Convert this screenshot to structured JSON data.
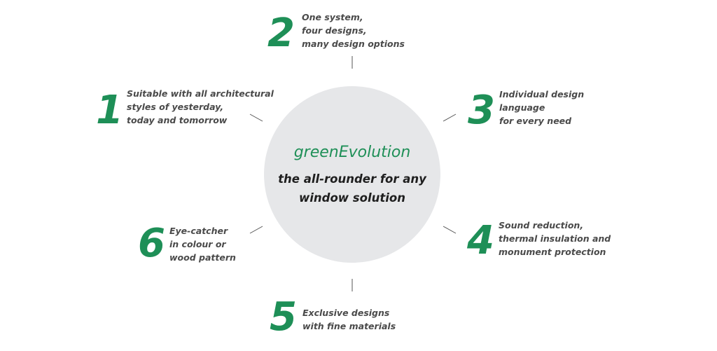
{
  "center": {
    "title": "greenEvolution",
    "subtitle_lines": [
      "the all-rounder for any",
      "window solution"
    ]
  },
  "colors": {
    "accent": "#1e8f57",
    "circle": "#e6e7e9",
    "label_text": "#4a4a4a",
    "center_text": "#1f1f1f",
    "connector": "#555555"
  },
  "items": [
    {
      "number": "1",
      "lines": [
        "Suitable with all architectural",
        "styles of yesterday,",
        "today and tomorrow"
      ]
    },
    {
      "number": "2",
      "lines": [
        "One system,",
        "four designs,",
        "many design options"
      ]
    },
    {
      "number": "3",
      "lines": [
        "Individual design",
        "language",
        "for every need"
      ]
    },
    {
      "number": "4",
      "lines": [
        "Sound reduction,",
        "thermal insulation and",
        "monument protection"
      ]
    },
    {
      "number": "5",
      "lines": [
        "Exclusive designs",
        "with fine materials"
      ]
    },
    {
      "number": "6",
      "lines": [
        "Eye-catcher",
        "in colour or",
        "wood pattern"
      ]
    }
  ]
}
